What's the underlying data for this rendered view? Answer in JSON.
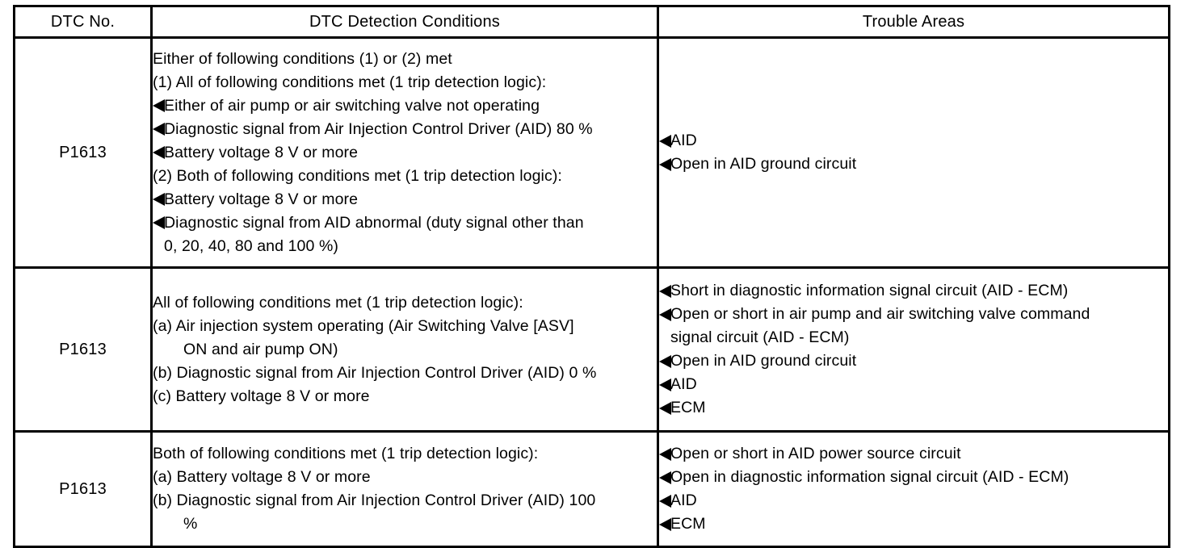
{
  "table": {
    "headers": {
      "dtc_no": "DTC No.",
      "detection_conditions": "DTC Detection Conditions",
      "trouble_areas": "Trouble Areas"
    },
    "rows": [
      {
        "dtc_no": "P1613",
        "conditions": [
          {
            "text": "Either of following conditions (1) or (2) met",
            "style": "plain"
          },
          {
            "text": "(1) All of following conditions met (1 trip detection logic):",
            "style": "plain"
          },
          {
            "text": "Either of air pump or air switching valve not operating",
            "style": "bullet"
          },
          {
            "text": "Diagnostic signal from Air Injection Control Driver (AID) 80 %",
            "style": "bullet"
          },
          {
            "text": "Battery voltage 8 V or more",
            "style": "bullet"
          },
          {
            "text": "(2) Both of following conditions met (1 trip detection logic):",
            "style": "plain"
          },
          {
            "text": "Battery voltage 8 V or more",
            "style": "bullet"
          },
          {
            "text": "Diagnostic signal from AID abnormal (duty signal other than",
            "style": "bullet"
          },
          {
            "text": "0, 20, 40, 80 and 100 %)",
            "style": "ind1"
          }
        ],
        "areas": [
          {
            "text": "AID",
            "style": "bullet"
          },
          {
            "text": "Open in AID ground circuit",
            "style": "bullet"
          }
        ]
      },
      {
        "dtc_no": "P1613",
        "conditions": [
          {
            "text": "All of following conditions met (1 trip detection logic):",
            "style": "plain"
          },
          {
            "text": "(a) Air injection system operating (Air Switching Valve [ASV]",
            "style": "plain"
          },
          {
            "text": "ON and air pump ON)",
            "style": "ind2"
          },
          {
            "text": "(b) Diagnostic signal from Air Injection Control Driver (AID) 0 %",
            "style": "plain"
          },
          {
            "text": "(c) Battery voltage 8 V or more",
            "style": "plain"
          }
        ],
        "areas": [
          {
            "text": "Short in diagnostic information signal circuit (AID - ECM)",
            "style": "bullet"
          },
          {
            "text": "Open or short in air pump and air switching valve command",
            "style": "bullet"
          },
          {
            "text": "signal circuit (AID - ECM)",
            "style": "ind1"
          },
          {
            "text": "Open in AID ground circuit",
            "style": "bullet"
          },
          {
            "text": "AID",
            "style": "bullet"
          },
          {
            "text": "ECM",
            "style": "bullet"
          }
        ]
      },
      {
        "dtc_no": "P1613",
        "conditions": [
          {
            "text": "Both of following conditions met (1 trip detection logic):",
            "style": "plain"
          },
          {
            "text": "(a) Battery voltage 8 V or more",
            "style": "plain"
          },
          {
            "text": "(b) Diagnostic signal from Air Injection Control Driver (AID) 100",
            "style": "plain"
          },
          {
            "text": "%",
            "style": "ind2"
          }
        ],
        "areas": [
          {
            "text": "Open or short in AID power source circuit",
            "style": "bullet"
          },
          {
            "text": "Open in diagnostic information signal circuit (AID - ECM)",
            "style": "bullet"
          },
          {
            "text": "AID",
            "style": "bullet"
          },
          {
            "text": "ECM",
            "style": "bullet"
          }
        ]
      }
    ],
    "bullet_icon": "left-triangle-bullet",
    "colors": {
      "border": "#000000",
      "text": "#000000",
      "background": "#ffffff"
    }
  }
}
